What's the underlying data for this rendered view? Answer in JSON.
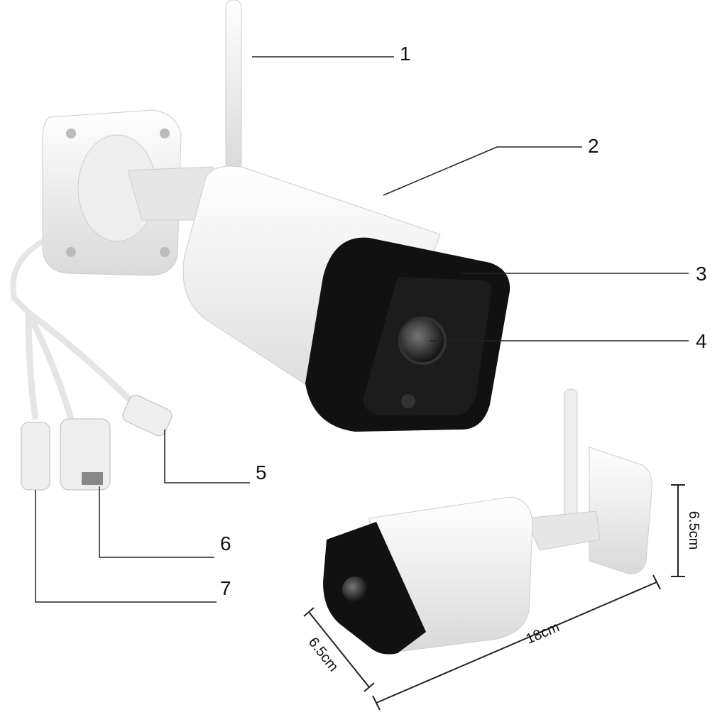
{
  "callouts": [
    {
      "number": "1",
      "part": "antenna"
    },
    {
      "number": "2",
      "part": "housing"
    },
    {
      "number": "3",
      "part": "front-hood"
    },
    {
      "number": "4",
      "part": "lens"
    },
    {
      "number": "5",
      "part": "power-jack"
    },
    {
      "number": "6",
      "part": "ethernet-port"
    },
    {
      "number": "7",
      "part": "reset-connector"
    }
  ],
  "dimensions": {
    "height": "6.5cm",
    "length": "18cm",
    "width": "6.5cm"
  },
  "colors": {
    "housing": "#f4f4f4",
    "hood": "#111111",
    "lines": "#222222"
  }
}
